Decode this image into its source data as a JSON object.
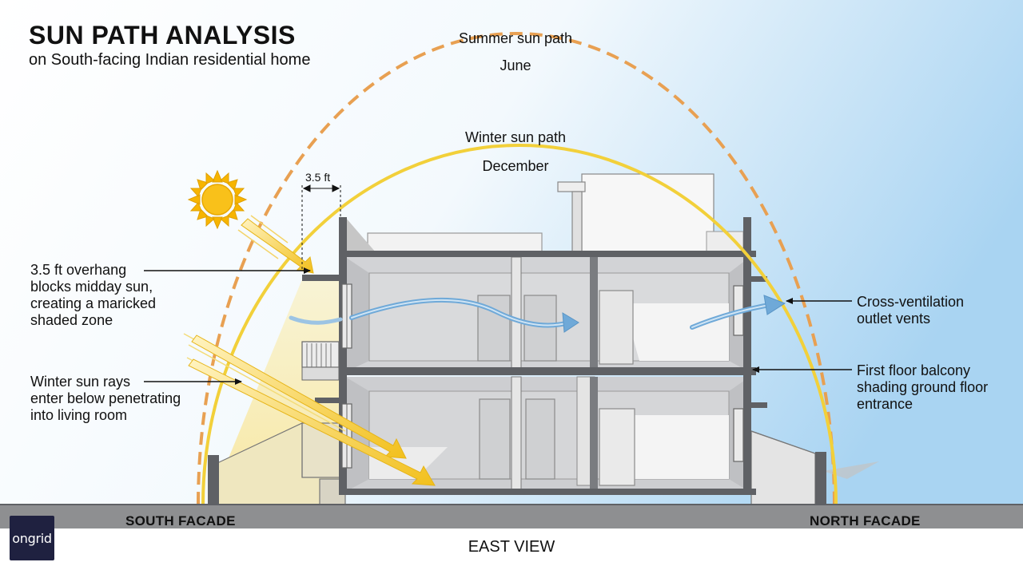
{
  "title": "SUN PATH ANALYSIS",
  "subtitle": "on South-facing Indian residential home",
  "summer": {
    "label": "Summer sun path",
    "month": "June",
    "color": "#e8a052"
  },
  "winter": {
    "label": "Winter sun path",
    "month": "December",
    "color": "#f2d03a"
  },
  "overhang_dim": "3.5 ft",
  "annotations": {
    "overhang": [
      "3.5 ft overhang",
      "blocks midday sun,",
      "creating a maricked",
      "shaded zone"
    ],
    "winter_rays": [
      "Winter sun rays",
      "enter below penetrating",
      "into living room"
    ],
    "cross_vent": [
      "Cross-ventilation",
      "outlet vents"
    ],
    "balcony": [
      "First floor balcony",
      "shading ground floor",
      "entrance"
    ]
  },
  "facades": {
    "south": "SOUTH FACADE",
    "north": "NORTH FACADE"
  },
  "view_label": "EAST VIEW",
  "logo_text": "ongrid",
  "colors": {
    "sun": "#f7b500",
    "sky": "#a9d4f2",
    "wall": "#5f6165",
    "interior": "#cfd0d3",
    "ground": "#8e8f91",
    "airflow": "#6fa9d8",
    "ray": "#f2d03a"
  },
  "icons": [
    "sun-icon",
    "airflow-arrow-icon",
    "sun-ray-arrow-icon",
    "pointer-arrow-icon"
  ]
}
